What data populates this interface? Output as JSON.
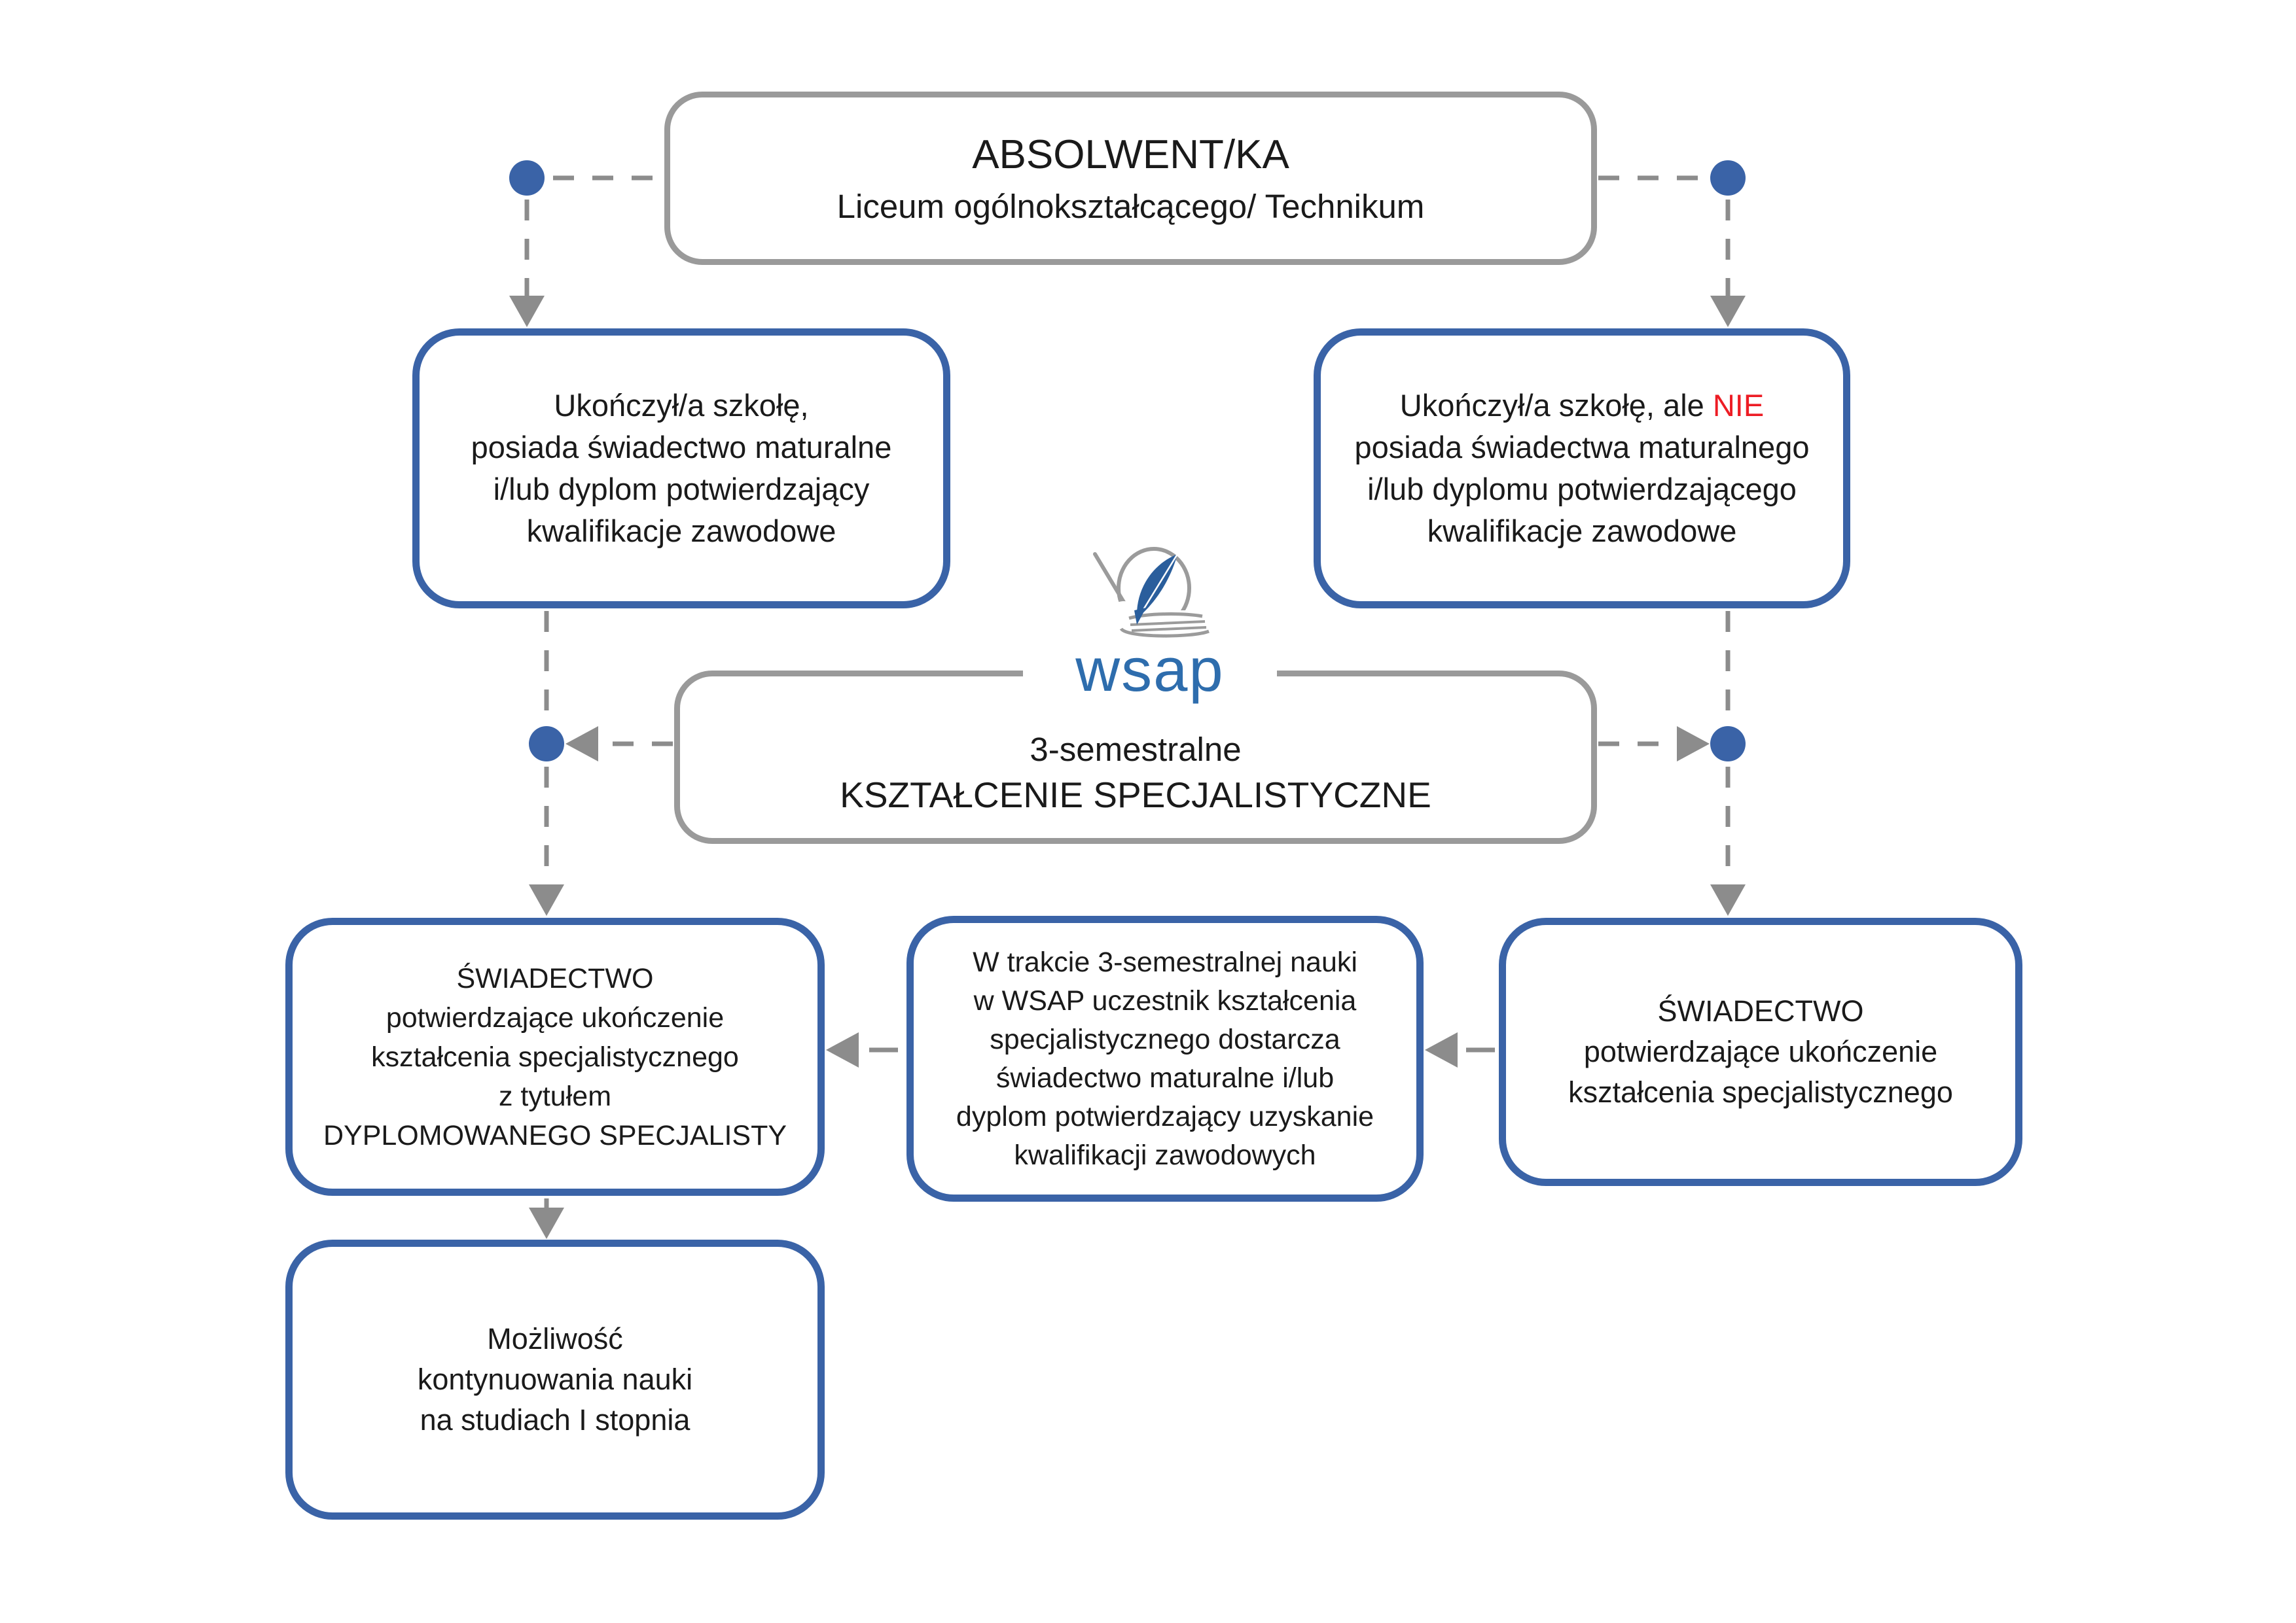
{
  "colors": {
    "box_border_blue": "#3A63A7",
    "box_border_gray": "#9A9A9A",
    "connector": "#8C8C8C",
    "node_dot": "#3A63A7",
    "highlight_red": "#ED1C24",
    "text": "#1A1A1A",
    "logo_blue": "#2E6DAD",
    "logo_feather": "#2A5E9C",
    "logo_gray": "#9B9B9B"
  },
  "boxes": {
    "top": {
      "lines": [
        "ABSOLWENT/KA",
        "Liceum ogólnokształcącego/ Technikum"
      ]
    },
    "left": {
      "lines": [
        "Ukończył/a szkołę,",
        "posiada świadectwo maturalne",
        "i/lub dyplom potwierdzający",
        "kwalifikacje zawodowe"
      ]
    },
    "right": {
      "line1_prefix": "Ukończył/a szkołę, ale ",
      "line1_highlight": "NIE",
      "lines": [
        "posiada świadectwa maturalnego",
        "i/lub dyplomu potwierdzającego",
        "kwalifikacje zawodowe"
      ]
    },
    "center": {
      "lines": [
        "3-semestralne",
        "KSZTAŁCENIE SPECJALISTYCZNE"
      ]
    },
    "bottom_left": {
      "lines": [
        "ŚWIADECTWO",
        "potwierdzające ukończenie",
        "kształcenia specjalistycznego",
        "z tytułem",
        "DYPLOMOWANEGO SPECJALISTY"
      ]
    },
    "bottom_middle": {
      "lines": [
        "W trakcie 3-semestralnej nauki",
        "w WSAP uczestnik kształcenia",
        "specjalistycznego dostarcza",
        "świadectwo maturalne i/lub",
        "dyplom potwierdzający uzyskanie",
        "kwalifikacji zawodowych"
      ]
    },
    "bottom_right": {
      "lines": [
        "ŚWIADECTWO",
        "potwierdzające ukończenie",
        "kształcenia specjalistycznego"
      ]
    },
    "bottom_final": {
      "lines": [
        "Możliwość",
        "kontynuowania nauki",
        "na studiach I stopnia"
      ]
    }
  },
  "logo": {
    "text": "wsap"
  }
}
